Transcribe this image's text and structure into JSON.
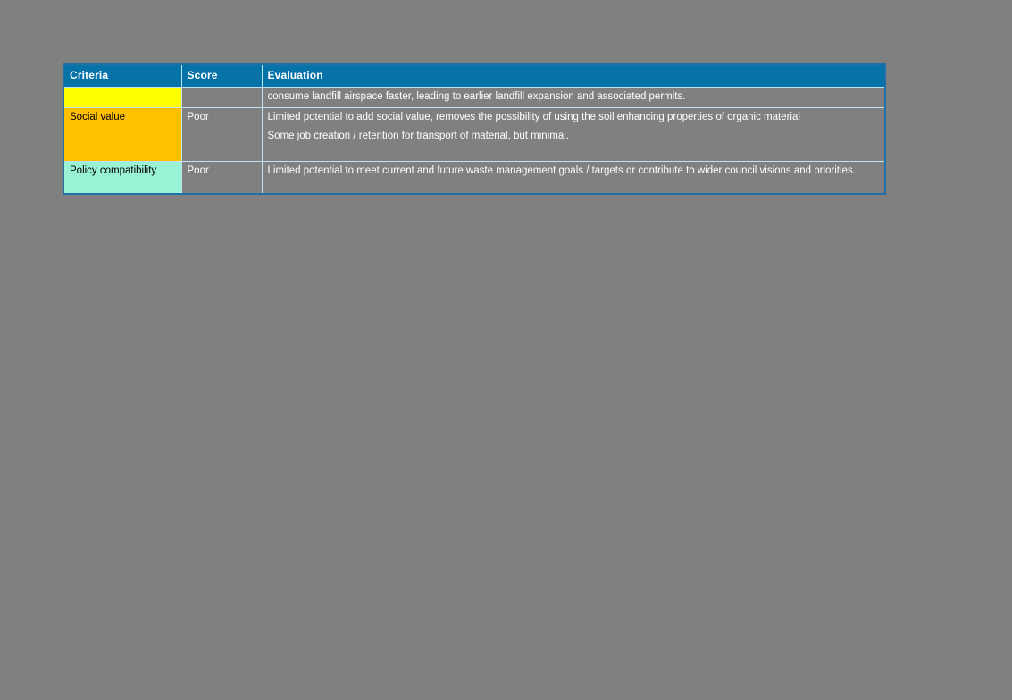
{
  "slide": {
    "background_color": "#808080"
  },
  "table": {
    "border_color": "#1F6FA8",
    "grid_color": "#BFE2F2",
    "header_background": "#0572A8",
    "header": {
      "criteria": "Criteria",
      "score": "Score",
      "evaluation": "Evaluation"
    },
    "rows": [
      {
        "criteria": "",
        "criteria_swatch_color": "#FFFF00",
        "score": "",
        "evaluation": [
          "consume landfill airspace faster, leading to earlier landfill expansion and associated permits."
        ]
      },
      {
        "criteria": "Social value",
        "criteria_swatch_color": "#FFC000",
        "score": "Poor",
        "evaluation": [
          "Limited potential to add social value, removes the possibility of using the soil enhancing properties of organic material",
          "Some job creation / retention for transport of material, but minimal."
        ]
      },
      {
        "criteria": "Policy compatibility",
        "criteria_swatch_color": "#99F2D6",
        "score": "Poor",
        "evaluation": [
          "Limited potential to meet current and future waste management goals / targets or contribute to wider council visions and priorities."
        ]
      }
    ]
  }
}
